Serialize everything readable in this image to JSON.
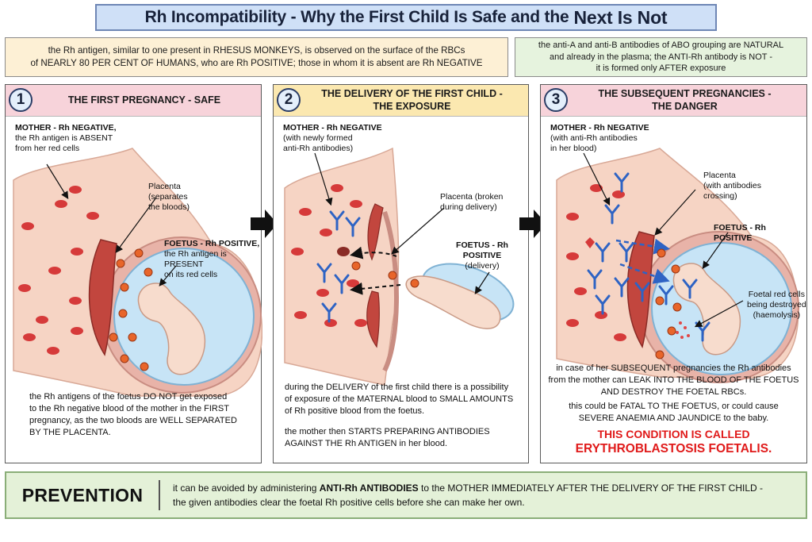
{
  "title": {
    "main": "Rh Incompatibility - Why the First Child Is Safe and the",
    "emph": "Next Is Not"
  },
  "info_left": {
    "line1": "the Rh antigen, similar to one present in RHESUS MONKEYS, is observed on the surface of the RBCs",
    "line2": "of NEARLY 80 PER CENT OF HUMANS, who are Rh POSITIVE; those in whom it is absent are Rh NEGATIVE"
  },
  "info_right": {
    "line1": "the anti-A and anti-B antibodies of ABO grouping are NATURAL",
    "line2": "and already in the plasma; the ANTI-Rh antibody is NOT -",
    "line3": "it is formed only AFTER exposure"
  },
  "panel1": {
    "number": "1",
    "heading": "THE FIRST PREGNANCY - SAFE",
    "mother": {
      "l1": "MOTHER - Rh NEGATIVE,",
      "l2": "the Rh antigen is ABSENT",
      "l3": "from her red cells"
    },
    "placenta": {
      "l1": "Placenta",
      "l2": "(separates",
      "l3": "the bloods)"
    },
    "foetus": {
      "l1": "FOETUS - Rh POSITIVE,",
      "l2": "the Rh antigen is PRESENT",
      "l3": "on its red cells"
    },
    "desc": {
      "l1": "the Rh antigens of the foetus DO NOT get exposed",
      "l2": "to the Rh negative blood of the mother in the FIRST",
      "l3": "pregnancy, as the two bloods are WELL SEPARATED",
      "l4": "BY THE PLACENTA."
    }
  },
  "panel2": {
    "number": "2",
    "heading": {
      "l1": "THE DELIVERY OF THE FIRST CHILD -",
      "l2": "THE EXPOSURE"
    },
    "mother": {
      "l1": "MOTHER - Rh NEGATIVE",
      "l2": "(with newly formed",
      "l3": "anti-Rh antibodies)"
    },
    "placenta": {
      "l1": "Placenta (broken",
      "l2": "during delivery)"
    },
    "foetus": {
      "l1": "FOETUS - Rh POSITIVE",
      "l2": "(delivery)"
    },
    "desc1": {
      "l1": "during the DELIVERY of the first child there is a possibility",
      "l2": "of exposure of the MATERNAL blood to SMALL AMOUNTS",
      "l3": "of Rh positive blood from the foetus."
    },
    "desc2": {
      "l1": "the mother then STARTS PREPARING ANTIBODIES",
      "l2": "AGAINST THE Rh ANTIGEN in her blood."
    }
  },
  "panel3": {
    "number": "3",
    "heading": {
      "l1": "THE SUBSEQUENT PREGNANCIES -",
      "l2": "THE DANGER"
    },
    "mother": {
      "l1": "MOTHER - Rh NEGATIVE",
      "l2": "(with anti-Rh antibodies",
      "l3": "in her blood)"
    },
    "placenta": {
      "l1": "Placenta",
      "l2": "(with antibodies",
      "l3": "crossing)"
    },
    "foetus": "FOETUS - Rh POSITIVE",
    "foetal_cells": {
      "l1": "Foetal red cells",
      "l2": "being destroyed",
      "l3": "(haemolysis)"
    },
    "desc1": {
      "l1": "in case of her SUBSEQUENT pregnancies the Rh antibodies",
      "l2": "from the mother can LEAK INTO THE BLOOD OF THE FOETUS",
      "l3": "AND DESTROY THE FOETAL RBCs."
    },
    "desc2": {
      "l1": "this could be FATAL TO THE FOETUS, or could cause",
      "l2": "SEVERE ANAEMIA AND JAUNDICE to the baby."
    },
    "warning": {
      "l1": "THIS CONDITION IS CALLED",
      "l2": "ERYTHROBLASTOSIS FOETALIS."
    }
  },
  "prevention": {
    "title": "PREVENTION",
    "l1_pre": "it can be avoided by administering",
    "l1_bold": "ANTI-Rh ANTIBODIES",
    "l1_post": "to the MOTHER IMMEDIATELY AFTER THE DELIVERY OF THE FIRST CHILD -",
    "l2": "the given antibodies clear the foetal Rh positive cells before she can make her own."
  },
  "colors": {
    "title_bg": "#cfe0f7",
    "info_left_bg": "#fdf0d5",
    "info_right_bg": "#e6f3de",
    "panel1_head": "#f7d3da",
    "panel2_head": "#fbe8b0",
    "panel3_head": "#f7d3da",
    "prevention_bg": "#e4f1d8",
    "warning": "#e01a1a",
    "rbc": "#d63a3a",
    "antibody": "#2e63c4"
  }
}
